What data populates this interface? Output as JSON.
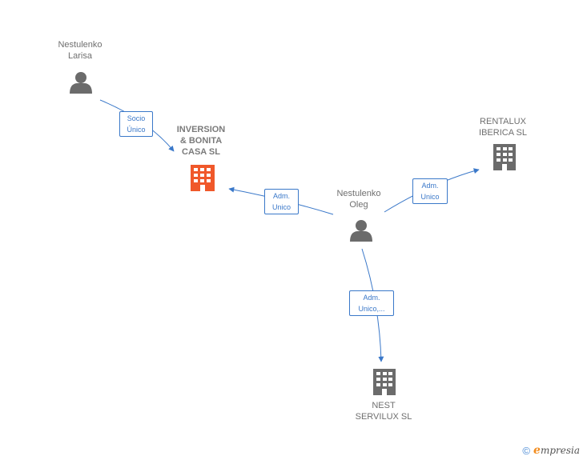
{
  "nodes": {
    "larisa": {
      "label": "Nestulenko\nLarisa",
      "type": "person"
    },
    "inversion": {
      "label": "INVERSION\n& BONITA\nCASA  SL",
      "type": "company",
      "highlight": true
    },
    "oleg": {
      "label": "Nestulenko\nOleg",
      "type": "person"
    },
    "rentalux": {
      "label": "RENTALUX\nIBERICA  SL",
      "type": "company"
    },
    "nest": {
      "label": "NEST\nSERVILUX SL",
      "type": "company"
    }
  },
  "edges": {
    "larisa_inversion": {
      "label": "Socio\nÚnico"
    },
    "oleg_inversion": {
      "label": "Adm.\nUnico"
    },
    "oleg_rentalux": {
      "label": "Adm.\nUnico"
    },
    "oleg_nest": {
      "label": "Adm.\nUnico,..."
    }
  },
  "colors": {
    "person_icon": "#6b6b6b",
    "company_icon": "#6b6b6b",
    "company_highlight": "#f0582a",
    "edge": "#3a78c9"
  },
  "footer": {
    "copyright": "©",
    "brand_initial": "e",
    "brand_rest": "mpresia"
  }
}
